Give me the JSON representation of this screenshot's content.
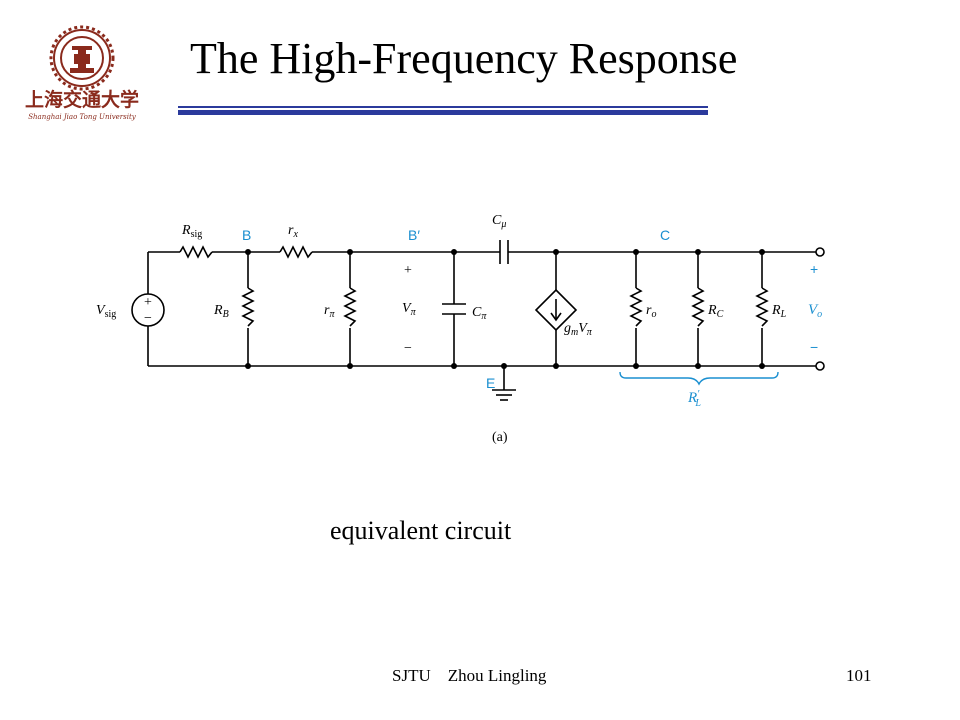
{
  "slide": {
    "title": "The High-Frequency Response",
    "caption": "equivalent circuit",
    "footer_left": "SJTU    Zhou Lingling",
    "page_number": "101",
    "rule_color": "#2b3a9c"
  },
  "logo": {
    "name": "sjtu-logo",
    "text": "上海交通大学",
    "subtext": "Shanghai Jiao Tong University",
    "color": "#8a2a1c"
  },
  "circuit": {
    "node_labels": {
      "B": "B",
      "Bprime": "B′",
      "C": "C",
      "E": "E"
    },
    "source": {
      "main": "V",
      "sub": "sig"
    },
    "r_sig": {
      "main": "R",
      "sub": "sig"
    },
    "r_b": {
      "main": "R",
      "sub": "B"
    },
    "r_x": {
      "main": "r",
      "sub": "x"
    },
    "r_pi": {
      "main": "r",
      "sub": "π"
    },
    "v_pi": {
      "main": "V",
      "sub": "π",
      "plus": "+",
      "minus": "−"
    },
    "c_pi": {
      "main": "C",
      "sub": "π"
    },
    "c_mu": {
      "main": "C",
      "sub": "μ"
    },
    "gm": {
      "g": "g",
      "m": "m",
      "v": "V",
      "pi": "π"
    },
    "r_o": {
      "main": "r",
      "sub": "o"
    },
    "r_c": {
      "main": "R",
      "sub": "C"
    },
    "r_l": {
      "main": "R",
      "sub": "L"
    },
    "v_o": {
      "main": "V",
      "sub": "o",
      "plus": "+",
      "minus": "−"
    },
    "r_l_prime": {
      "main": "R",
      "sub": "L",
      "prime": "′"
    },
    "source_plus": "+",
    "source_minus": "−",
    "sublabel": "(a)",
    "accent_color": "#1a8fd0"
  }
}
